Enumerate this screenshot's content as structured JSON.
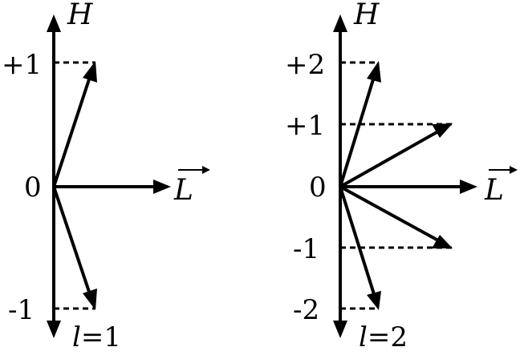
{
  "panels": [
    {
      "id": "l1",
      "vertical_axis_label": "H",
      "horizontal_axis_label": "L",
      "caption_var": "l",
      "caption_value": "=1",
      "levels": [
        {
          "label": "+1",
          "value": 1
        },
        {
          "label": "0",
          "value": 0
        },
        {
          "label": "-1",
          "value": -1
        }
      ]
    },
    {
      "id": "l2",
      "vertical_axis_label": "H",
      "horizontal_axis_label": "L",
      "caption_var": "l",
      "caption_value": "=2",
      "levels": [
        {
          "label": "+2",
          "value": 2
        },
        {
          "label": "+1",
          "value": 1
        },
        {
          "label": "0",
          "value": 0
        },
        {
          "label": "-1",
          "value": -1
        },
        {
          "label": "-2",
          "value": -2
        }
      ]
    }
  ]
}
